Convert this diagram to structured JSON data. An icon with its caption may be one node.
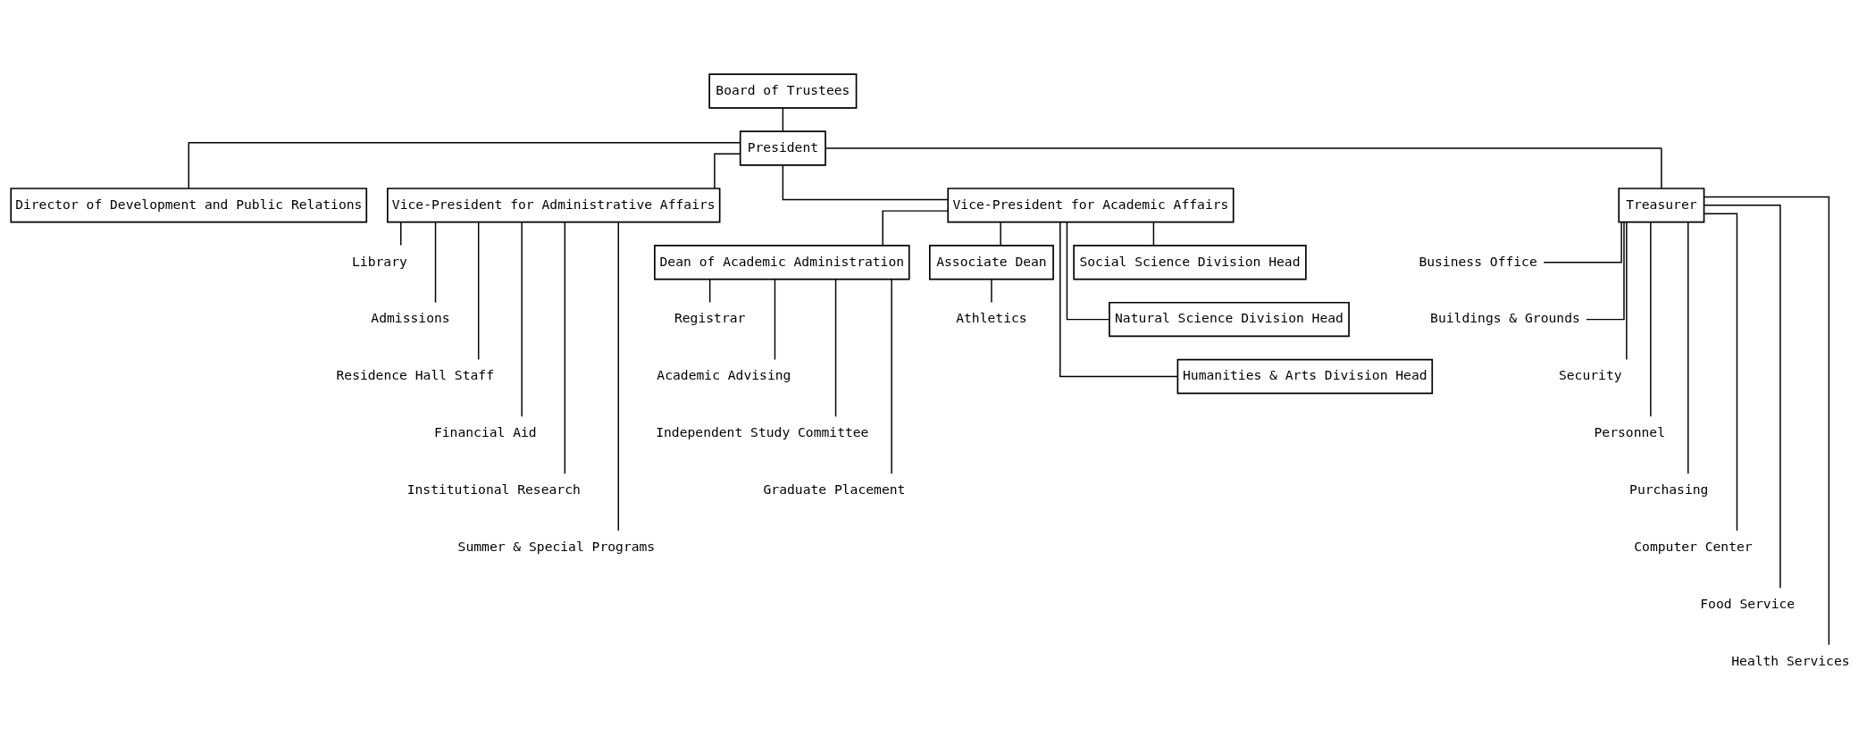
{
  "diagram": {
    "nodes": [
      {
        "text": [
          "Board of Trustees"
        ]
      },
      {
        "text": [
          "President"
        ]
      },
      {
        "text": [
          "Director of Development and Public Relations"
        ]
      },
      {
        "text": [
          "Vice-President for Administrative Affairs"
        ]
      },
      {
        "text": [
          "Vice-President for Academic Affairs"
        ]
      },
      {
        "text": [
          "Treasurer"
        ]
      },
      {
        "text": [
          "Library"
        ]
      },
      {
        "text": [
          "Admissions"
        ]
      },
      {
        "text": [
          "Residence Hall Staff"
        ]
      },
      {
        "text": [
          "Financial Aid"
        ]
      },
      {
        "text": [
          "Institutional Research"
        ]
      },
      {
        "text": [
          "Summer & Special Programs"
        ]
      },
      {
        "text": [
          "Dean of Academic Administration"
        ]
      },
      {
        "text": [
          "Registrar"
        ]
      },
      {
        "text": [
          "Academic Advising"
        ]
      },
      {
        "text": [
          "Independent Study Committee"
        ]
      },
      {
        "text": [
          "Graduate Placement"
        ]
      },
      {
        "text": [
          "Associate Dean"
        ]
      },
      {
        "text": [
          "Athletics"
        ]
      },
      {
        "text": [
          "Social Science Division Head"
        ]
      },
      {
        "text": [
          "Natural Science Division Head"
        ]
      },
      {
        "text": [
          "Humanities & Arts Division Head"
        ]
      },
      {
        "text": [
          "Business Office"
        ]
      },
      {
        "text": [
          "Buildings & Grounds"
        ]
      },
      {
        "text": [
          "Security"
        ]
      },
      {
        "text": [
          "Personnel"
        ]
      },
      {
        "text": [
          "Purchasing"
        ]
      },
      {
        "text": [
          "Computer Center"
        ]
      },
      {
        "text": [
          "Food Service"
        ]
      },
      {
        "text": [
          "Health Services"
        ]
      }
    ],
    "edges": [
      {
        "from": 0,
        "to": 1,
        "arrow": "none"
      },
      {
        "from": 1,
        "to": 2,
        "arrow": "none"
      },
      {
        "from": 1,
        "to": 3,
        "arrow": "none"
      },
      {
        "from": 1,
        "to": 4,
        "arrow": "none"
      },
      {
        "from": 1,
        "to": 5,
        "arrow": "none"
      },
      {
        "from": 3,
        "to": 6,
        "arrow": "none"
      },
      {
        "from": 3,
        "to": 7,
        "arrow": "none"
      },
      {
        "from": 3,
        "to": 8,
        "arrow": "none"
      },
      {
        "from": 3,
        "to": 9,
        "arrow": "none"
      },
      {
        "from": 3,
        "to": 10,
        "arrow": "none"
      },
      {
        "from": 3,
        "to": 11,
        "arrow": "none"
      },
      {
        "from": 4,
        "to": 12,
        "arrow": "none"
      },
      {
        "from": 12,
        "to": 13,
        "arrow": "none"
      },
      {
        "from": 12,
        "to": 14,
        "arrow": "none"
      },
      {
        "from": 12,
        "to": 15,
        "arrow": "none"
      },
      {
        "from": 12,
        "to": 16,
        "arrow": "none"
      },
      {
        "from": 4,
        "to": 17,
        "arrow": "none"
      },
      {
        "from": 17,
        "to": 18,
        "arrow": "none"
      },
      {
        "from": 4,
        "to": 19,
        "arrow": "none"
      },
      {
        "from": 4,
        "to": 20,
        "arrow": "none"
      },
      {
        "from": 4,
        "to": 21,
        "arrow": "none"
      },
      {
        "from": 5,
        "to": 22,
        "arrow": "none"
      },
      {
        "from": 5,
        "to": 23,
        "arrow": "none"
      },
      {
        "from": 5,
        "to": 24,
        "arrow": "none"
      },
      {
        "from": 5,
        "to": 25,
        "arrow": "none"
      },
      {
        "from": 5,
        "to": 26,
        "arrow": "none"
      },
      {
        "from": 5,
        "to": 27,
        "arrow": "none"
      },
      {
        "from": 5,
        "to": 28,
        "arrow": "none"
      },
      {
        "from": 5,
        "to": 29,
        "arrow": "none"
      }
    ]
  }
}
